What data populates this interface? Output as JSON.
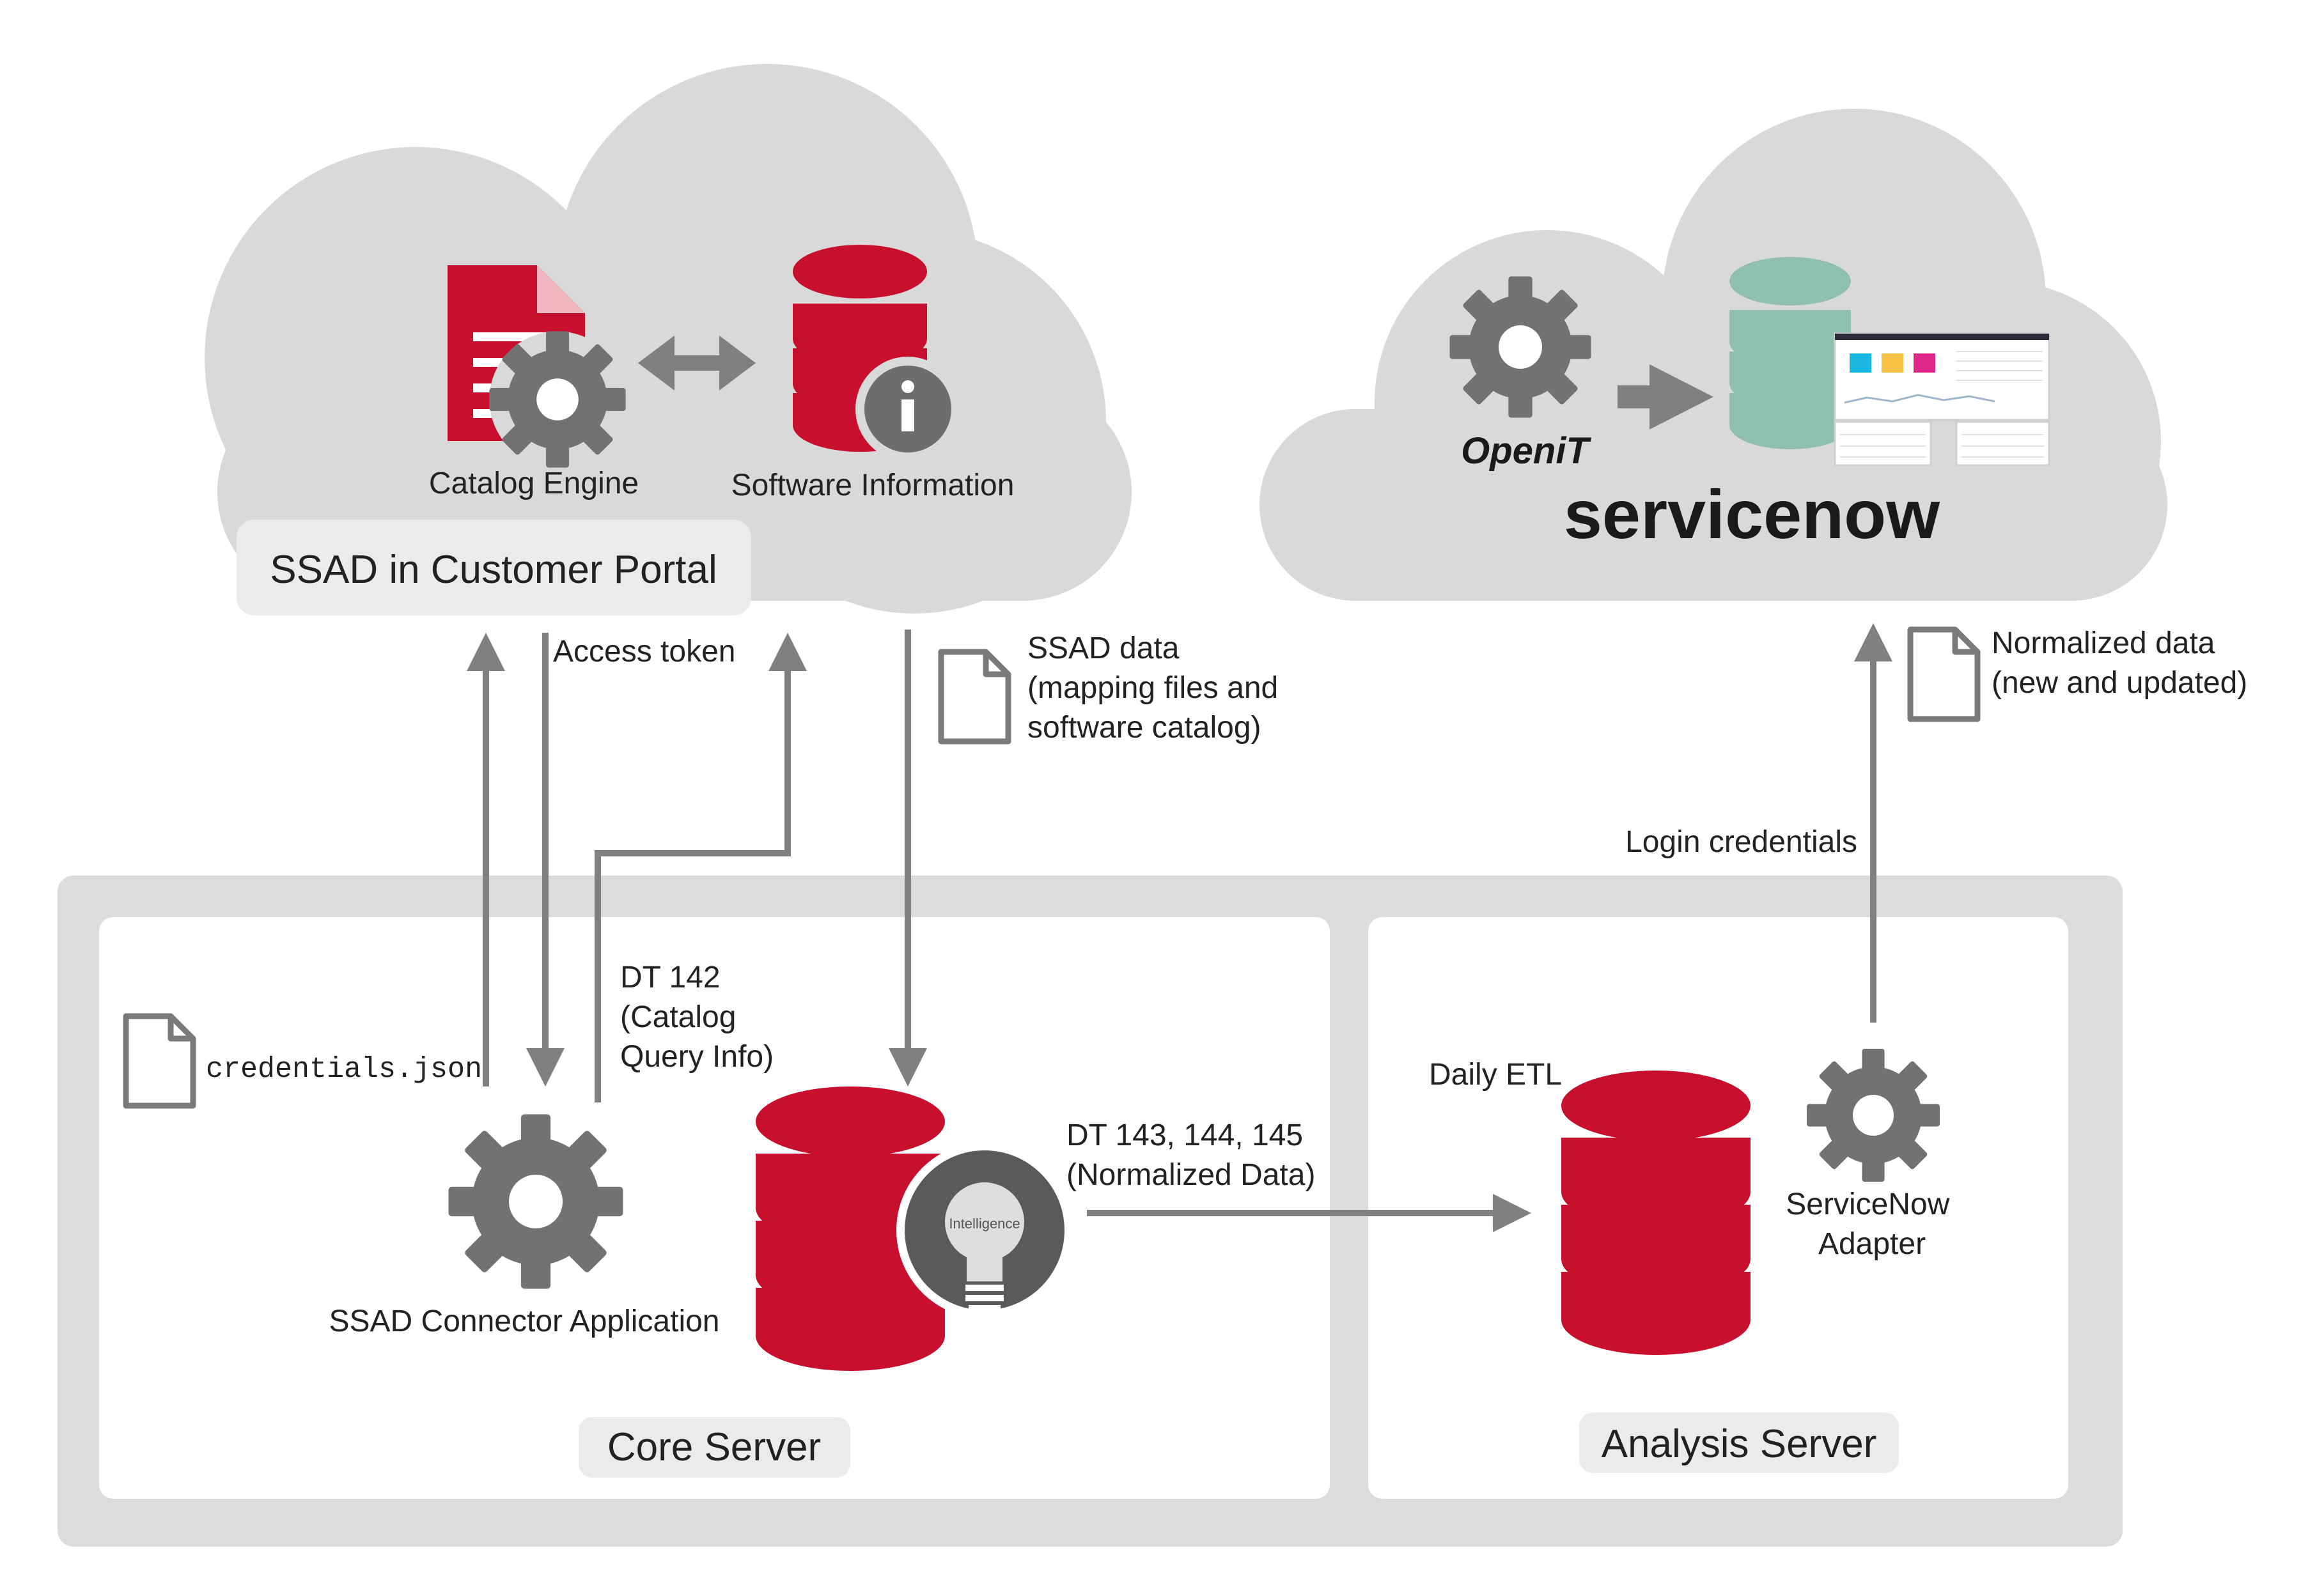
{
  "colors": {
    "cloud": "#d9d9d9",
    "panel_outer": "#dcdcdc",
    "panel_inner": "#ffffff",
    "red": "#c8102e",
    "gear": "#727272",
    "arrow": "#808080",
    "teal": "#8fbfae",
    "label_pill": "#ebebeb"
  },
  "labels": {
    "catalog_engine": "Catalog Engine",
    "software_information": "Software Information",
    "ssad_portal": "SSAD in Customer Portal",
    "access_token": "Access token",
    "ssad_data": [
      "SSAD data",
      "(mapping files and",
      "software catalog)"
    ],
    "normalized_data": [
      "Normalized data",
      "(new and updated)"
    ],
    "login_credentials": "Login credentials",
    "dt142": [
      "DT 142",
      "(Catalog",
      "Query Info)"
    ],
    "credentials_file": "credentials.json",
    "dt143": [
      "DT 143, 144, 145",
      "(Normalized Data)"
    ],
    "ssad_connector": "SSAD Connector Application",
    "daily_etl": "Daily ETL",
    "servicenow_adapter": [
      "ServiceNow",
      "Adapter"
    ],
    "core_server": "Core Server",
    "analysis_server": "Analysis Server",
    "intelligence": "Intelligence"
  },
  "logos": {
    "openit": "OpeniT",
    "servicenow": "servicenow"
  },
  "icons": [
    "document-gear-icon",
    "database-info-icon",
    "bidirectional-arrow-icon",
    "gear-icon",
    "teal-database-icon",
    "dashboard-screenshot",
    "document-icon",
    "red-database-icon",
    "intelligence-bulb-icon"
  ]
}
